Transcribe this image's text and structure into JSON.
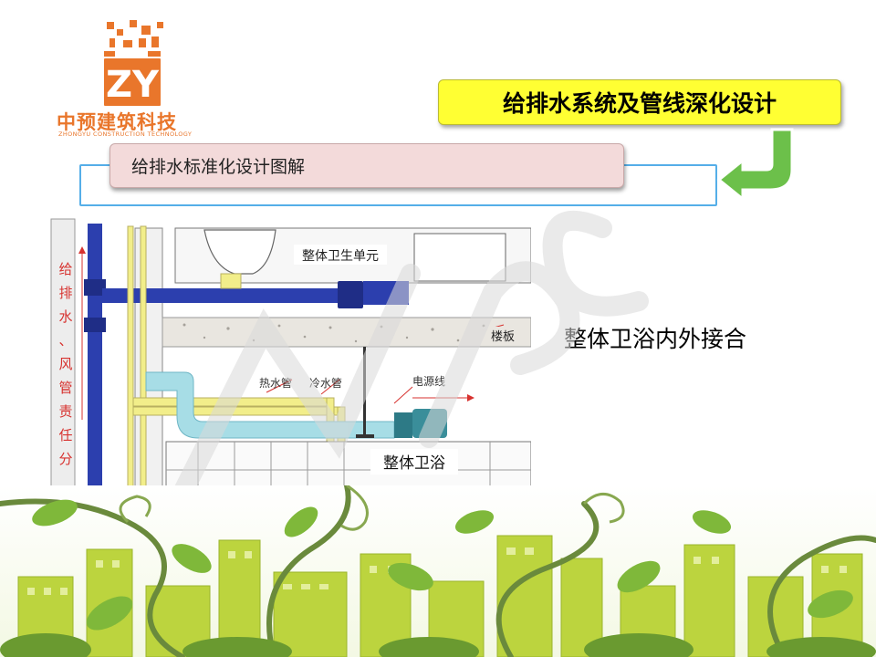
{
  "logo": {
    "monogram": "ZY",
    "company_cn": "中预建筑科技",
    "company_en": "ZHONGYU CONSTRUCTION TECHNOLOGY"
  },
  "title": "给排水系统及管线深化设计",
  "subtitle": "给排水标准化设计图解",
  "diagram": {
    "side_label_chars": [
      "给",
      "排",
      "水",
      "、",
      "风",
      "管",
      "责",
      "任",
      "分"
    ],
    "unit_label": "整体卫生单元",
    "floor_label": "楼板",
    "hot_pipe_label": "热水管",
    "cold_pipe_label": "冷水管",
    "power_label": "电源线",
    "bath_label": "整体卫浴"
  },
  "caption": "整体卫浴内外接合",
  "colors": {
    "banner_yellow": "#ffff33",
    "logo_orange": "#e9762b",
    "frame_blue": "#55aee8",
    "arrow_green": "#6cc04a",
    "pipe_blue": "#2c3fae",
    "pipe_yellow": "#f2ee8a",
    "duct_cyan": "#a7dde6",
    "label_red": "#d7322f"
  }
}
